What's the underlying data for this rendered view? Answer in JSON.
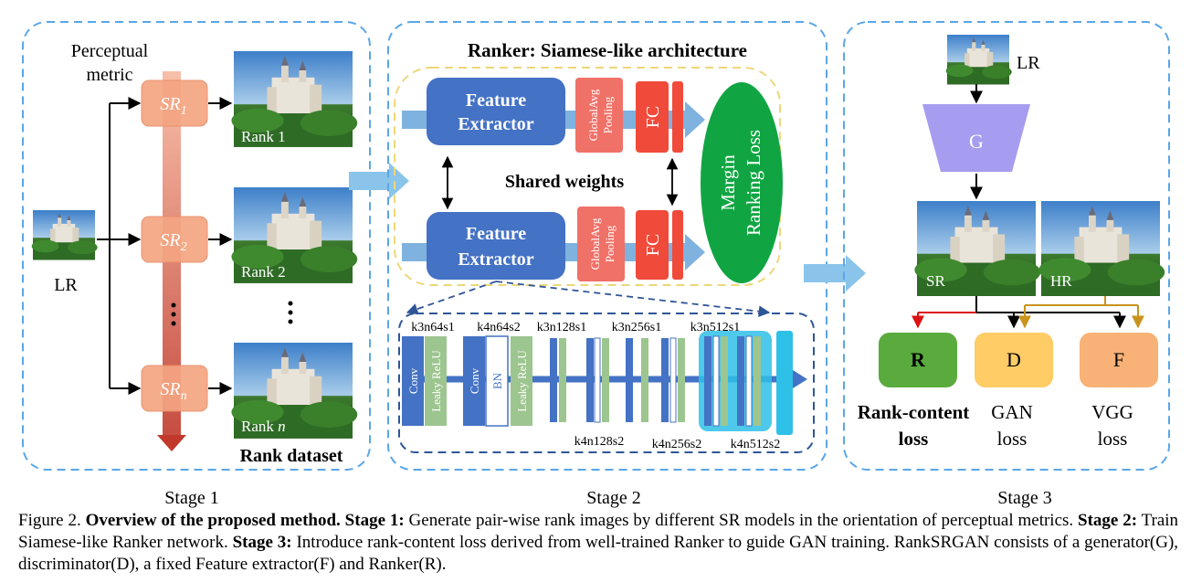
{
  "stage1": {
    "metric_line1": "Perceptual",
    "metric_line2": "metric",
    "lr_label": "LR",
    "sr_items": [
      {
        "base": "SR",
        "sub": "1",
        "rank_base": "Rank ",
        "rank_num": "1"
      },
      {
        "base": "SR",
        "sub": "2",
        "rank_base": "Rank ",
        "rank_num": "2"
      },
      {
        "base": "SR",
        "sub": "n",
        "rank_base": "Rank ",
        "rank_num": "n"
      }
    ],
    "dataset_label": "Rank dataset",
    "stage_label": "Stage 1"
  },
  "stage2": {
    "title": "Ranker: Siamese-like architecture",
    "shared_weights": "Shared weights",
    "feature_line1": "Feature",
    "feature_line2": "Extractor",
    "gap_line1": "GlobalAvg",
    "gap_line2": "Pooling",
    "fc": "FC",
    "loss_line1": "Margin",
    "loss_line2": "Ranking Loss",
    "conv": "Conv",
    "leaky": "Leaky ReLU",
    "bn": "BN",
    "top_labels": [
      "k3n64s1",
      "k4n64s2",
      "k3n128s1",
      "k3n256s1",
      "k3n512s1"
    ],
    "bottom_labels": [
      "k4n128s2",
      "k4n256s2",
      "k4n512s2"
    ],
    "stage_label": "Stage 2"
  },
  "stage3": {
    "lr_label": "LR",
    "g_label": "G",
    "sr_label": "SR",
    "hr_label": "HR",
    "r_label": "R",
    "d_label": "D",
    "f_label": "F",
    "r_loss_line1": "Rank-content",
    "r_loss_line2": "loss",
    "d_loss_line1": "GAN",
    "d_loss_line2": "loss",
    "f_loss_line1": "VGG",
    "f_loss_line2": "loss",
    "stage_label": "Stage 3"
  },
  "caption": {
    "figure": "Figure 2.",
    "title": "Overview of the proposed method.",
    "s1_label": "Stage 1:",
    "s1_text": "Generate pair-wise rank images by different SR models in the orientation of perceptual metrics.",
    "s2_label": "Stage 2:",
    "s2_text": "Train Siamese-like Ranker network.",
    "s3_label": "Stage 3:",
    "s3_text": "Introduce rank-content loss derived from well-trained Ranker to guide GAN training. RankSRGAN consists of a generator(G), discriminator(D), a fixed Feature extractor(F) and Ranker(R)."
  },
  "colors": {
    "dash_border": "#5aa6e8",
    "feature_blue": "#4472c4",
    "gap_red": "#f07167",
    "fc_red": "#f04a3a",
    "loss_green": "#10a542",
    "sr_orange": "#f4a582",
    "gen_purple": "#a69cf0",
    "r_green": "#5aab3e",
    "d_yellow": "#ffcc66",
    "f_orange": "#f8b176",
    "arrow_light_blue": "#8ac4ea"
  }
}
